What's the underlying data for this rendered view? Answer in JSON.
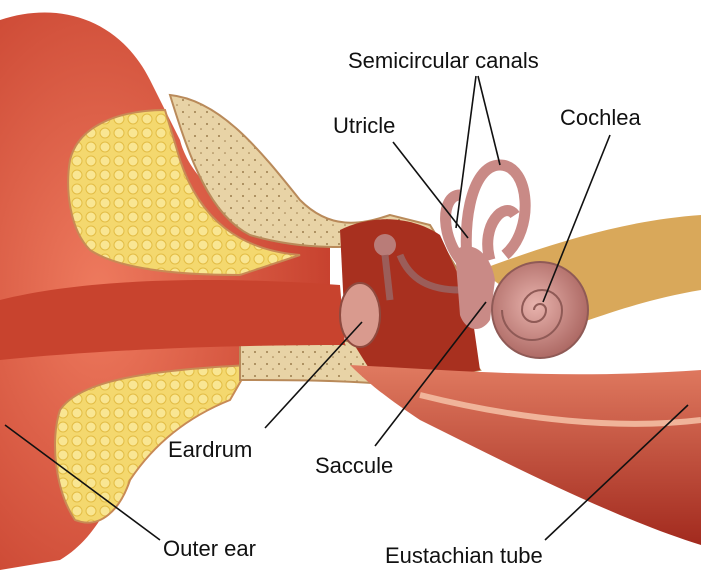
{
  "diagram": {
    "labels": {
      "semicircular_canals": "Semicircular canals",
      "utricle": "Utricle",
      "cochlea": "Cochlea",
      "eardrum": "Eardrum",
      "saccule": "Saccule",
      "outer_ear": "Outer ear",
      "eustachian_tube": "Eustachian tube"
    },
    "colors": {
      "skin": "#d9543f",
      "fat": "#f3d56a",
      "bone": "#e8d3a6",
      "canal": "#a8301f",
      "inner_ear": "#c98a86",
      "nerve": "#d9a85a",
      "muscle": "#b63a2a"
    }
  }
}
